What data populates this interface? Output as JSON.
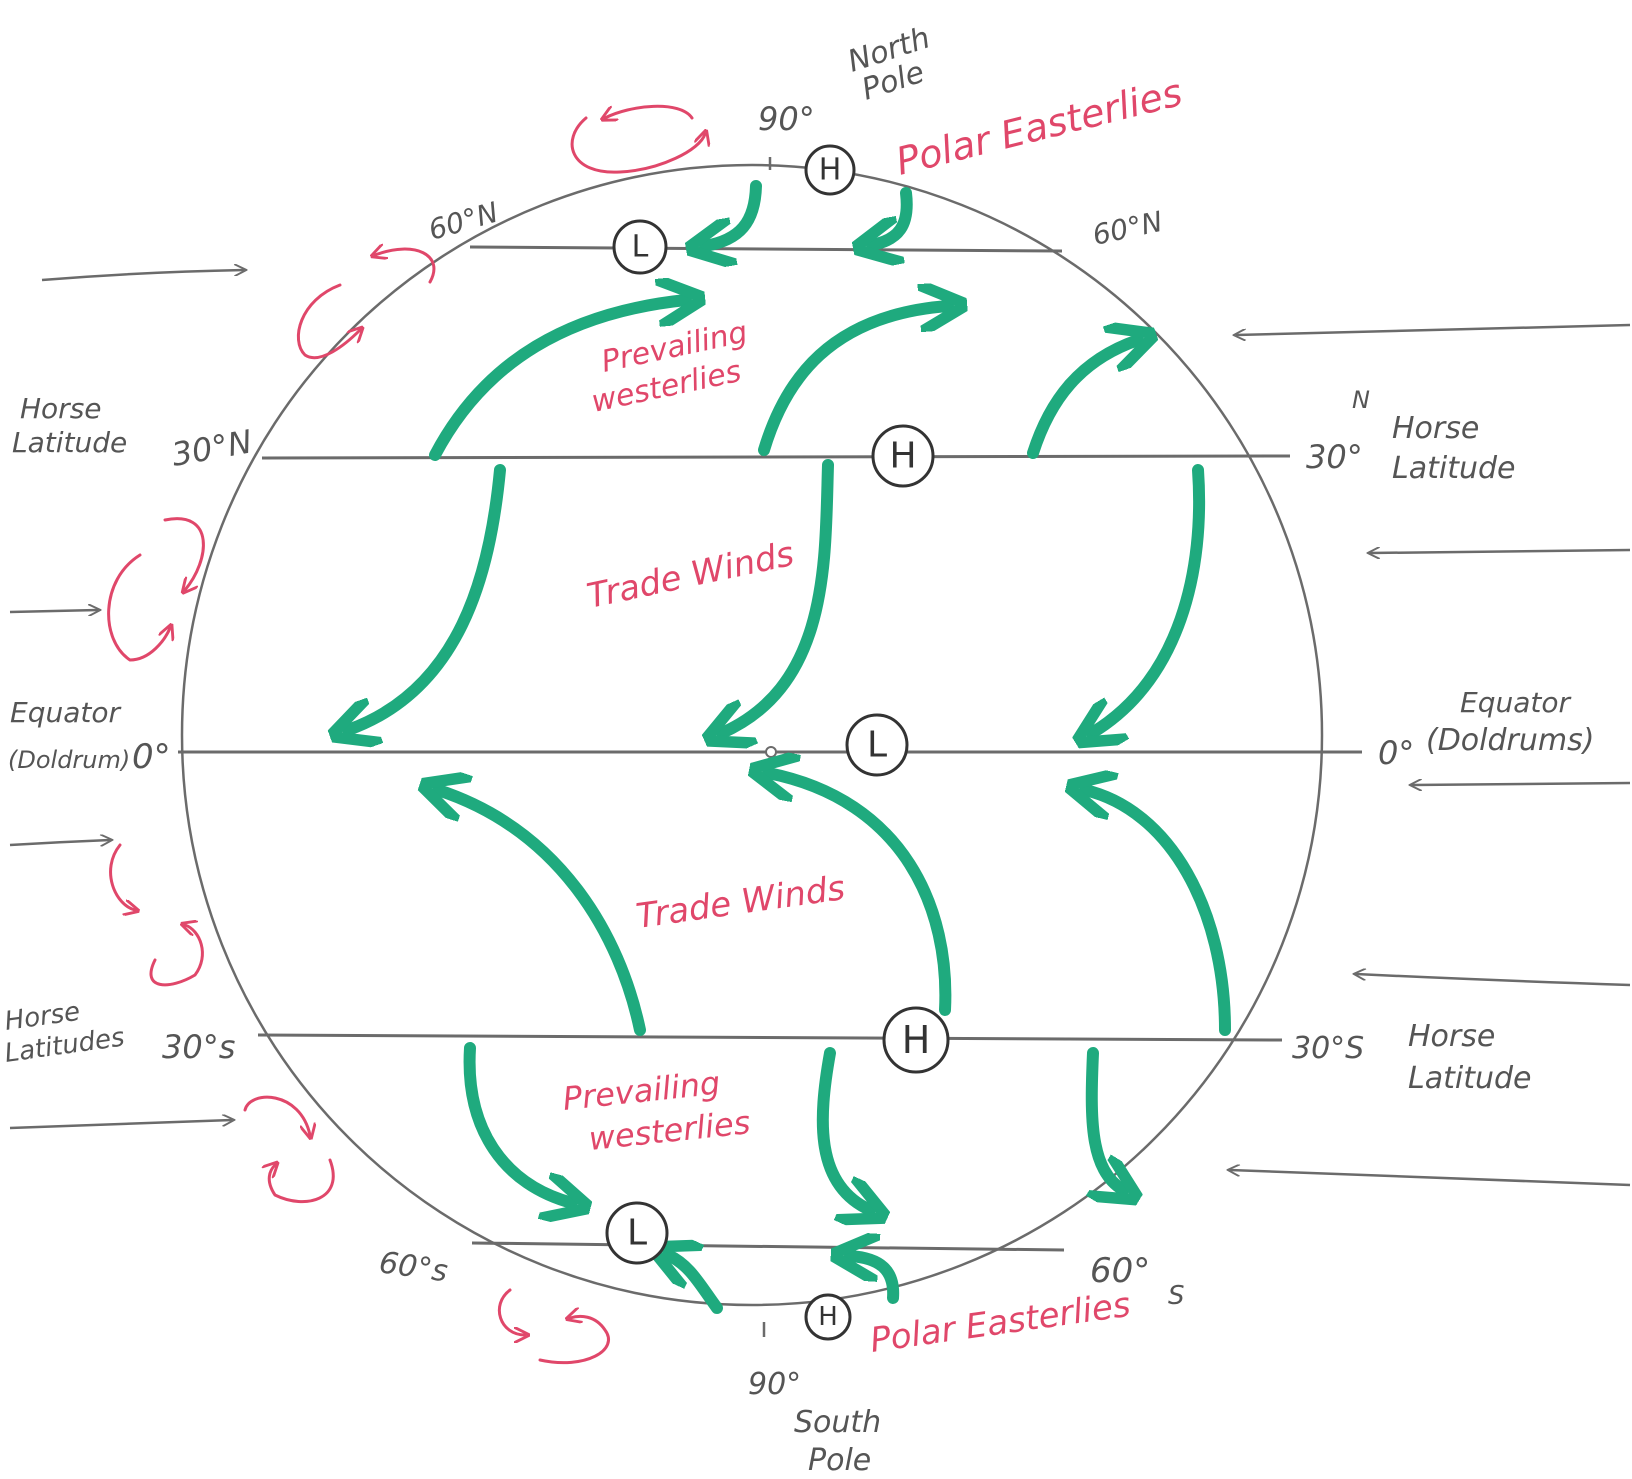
{
  "colors": {
    "wind": "#1faa7e",
    "label_red": "#e0476a",
    "line": "#6b6b6b"
  },
  "labels": {
    "north_pole": [
      "North",
      "Pole"
    ],
    "south_pole": [
      "South",
      "Pole"
    ],
    "deg_90_top": "90°",
    "deg_90_bottom": "90°",
    "lat_60n_left": "60°N",
    "lat_60n_right": "60°N",
    "lat_30n_left": "30°N",
    "lat_30n_right": "30°",
    "lat_30n_right_n": "N",
    "lat_0_left": "0°",
    "lat_0_right": "0°",
    "lat_30s_left": "30°s",
    "lat_30s_right": "30°S",
    "lat_60s_left": "60°s",
    "lat_60s_right": "60°",
    "lat_60s_right_s": "S",
    "horse_latitude_left_n": [
      "Horse",
      "Latitude"
    ],
    "horse_latitude_right_n": [
      "Horse",
      "Latitude"
    ],
    "horse_latitudes_left_s": [
      "Horse",
      "Latitudes"
    ],
    "horse_latitude_right_s": [
      "Horse",
      "Latitude"
    ],
    "equator_left": [
      "Equator",
      "(Doldrum)"
    ],
    "equator_right": [
      "Equator",
      "(Doldrums)"
    ]
  },
  "wind_labels": {
    "polar_easterlies_north": "Polar Easterlies",
    "prevailing_westerlies_north": [
      "Prevailing",
      "westerlies"
    ],
    "trade_winds_north": "Trade Winds",
    "trade_winds_south": "Trade Winds",
    "prevailing_westerlies_south": [
      "Prevailing",
      "westerlies"
    ],
    "polar_easterlies_south": "Polar Easterlies"
  },
  "pressure": {
    "high": "H",
    "low": "L"
  }
}
